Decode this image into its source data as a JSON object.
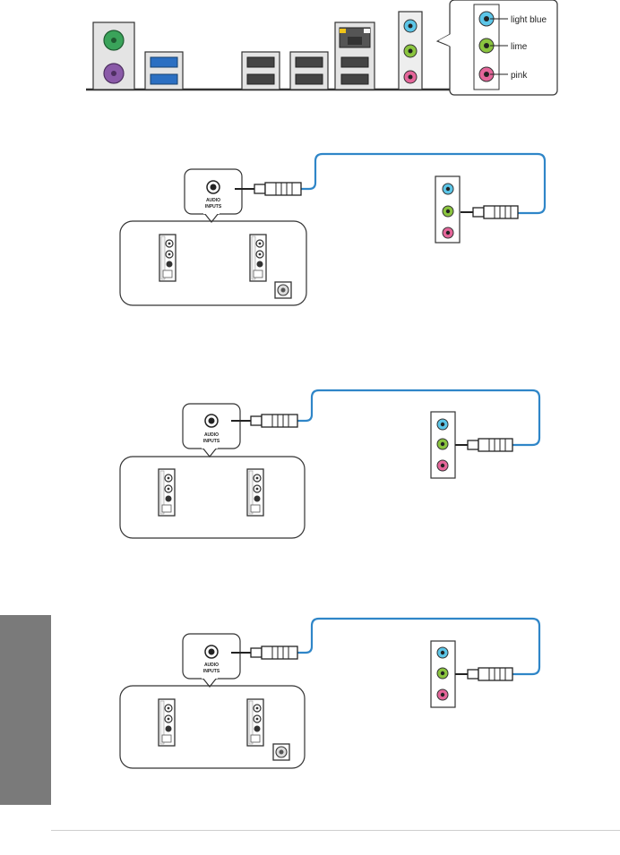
{
  "io_panel": {
    "legend": {
      "items": [
        {
          "label": "light blue",
          "color": "#5cc6e8"
        },
        {
          "label": "lime",
          "color": "#8bc53f"
        },
        {
          "label": "pink",
          "color": "#e5669a"
        }
      ]
    },
    "colors": {
      "ps2_keyboard": "#3aa35a",
      "ps2_mouse": "#8a5aa8",
      "usb3": "#2b6fc2",
      "lan_led": "#f0c419"
    }
  },
  "panels": [
    {
      "label_line1": "AUDIO",
      "label_line2": "INPUTS",
      "has_subwoofer": true
    },
    {
      "label_line1": "AUDIO",
      "label_line2": "INPUTS",
      "has_subwoofer": false
    },
    {
      "label_line1": "AUDIO",
      "label_line2": "INPUTS",
      "has_subwoofer": true
    }
  ],
  "colors": {
    "cable": "#2f86c8",
    "outline": "#333333",
    "side_tab": "#7a7a7a"
  }
}
